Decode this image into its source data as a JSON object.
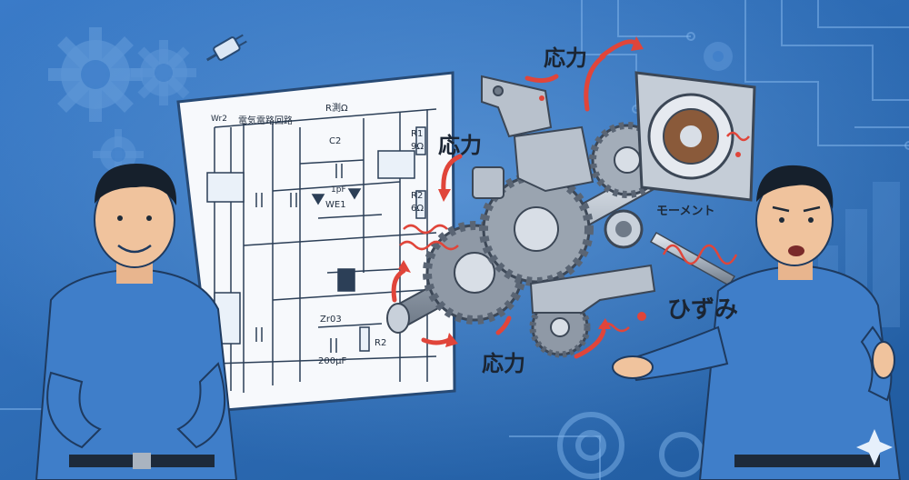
{
  "illustration": {
    "labels": {
      "stress_top": "応力",
      "stress_left": "応力",
      "stress_bottom": "応力",
      "moment": "モーメント",
      "strain": "ひずみ"
    },
    "schematic": {
      "title": "電気電路回路",
      "corner_label": "Wr2",
      "resistor_top": "R測Ω",
      "cap_c2": "C2",
      "r1": "R1",
      "r1_val": "9Ω",
      "r2_right": "R2",
      "r2_right_val": "6Ω",
      "cap_1pf": "1pF",
      "diode": "WE1",
      "zener": "Zr03",
      "cap_200": "200μF",
      "r2_bottom": "R2"
    },
    "colors": {
      "background": "#2b6cb0",
      "arrow_red": "#e0453a",
      "shirt_blue": "#3f7ec9",
      "paper": "#f7f9fc"
    }
  }
}
